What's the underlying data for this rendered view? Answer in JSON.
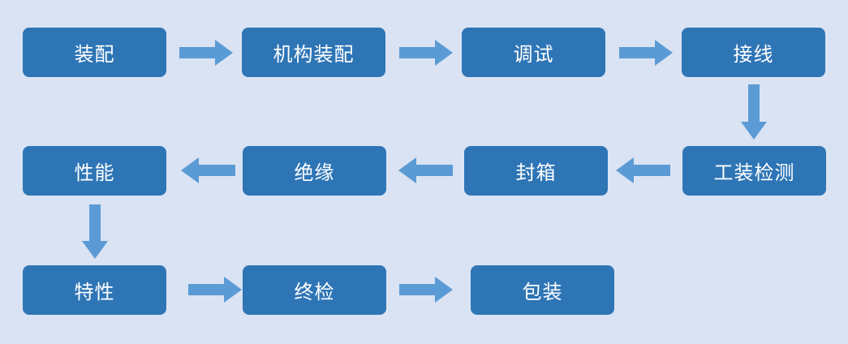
{
  "flow": {
    "steps": {
      "s1": "装配",
      "s2": "机构装配",
      "s3": "调试",
      "s4": "接线",
      "s5": "工装检测",
      "s6": "封箱",
      "s7": "绝缘",
      "s8": "性能",
      "s9": "特性",
      "s10": "终检",
      "s11": "包装"
    }
  },
  "colors": {
    "background": "#dae3f3",
    "box": "#2e75b6",
    "arrow": "#5b9bd5",
    "text": "#ffffff"
  },
  "icons": {
    "right": "arrow-right-icon",
    "left": "arrow-left-icon",
    "down": "arrow-down-icon"
  }
}
